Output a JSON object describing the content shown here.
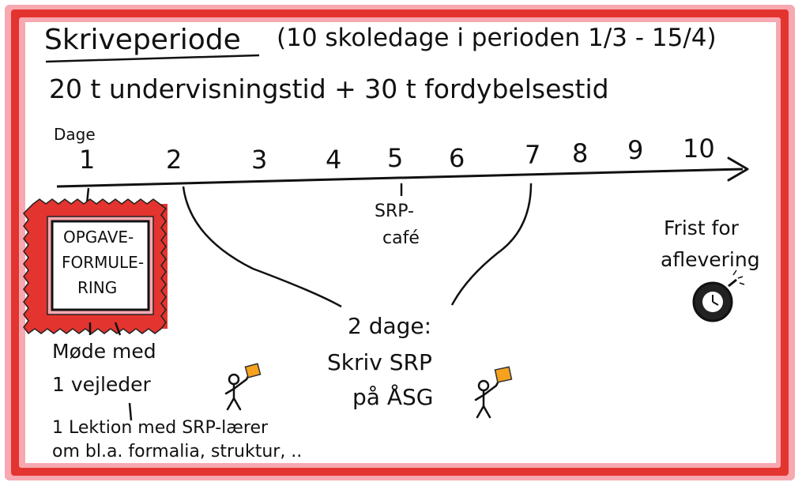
{
  "title": {
    "main": "Skriveperiode",
    "sub": "(10 skoledage i perioden 1/3 - 15/4)"
  },
  "hours_line": "20 t undervisningstid + 30 t fordybelsestid",
  "timeline": {
    "label": "Dage",
    "days": [
      "1",
      "2",
      "3",
      "4",
      "5",
      "6",
      "7",
      "8",
      "9",
      "10"
    ]
  },
  "opgave_box": {
    "lines": [
      "OPGAVE-",
      "FORMULE-",
      "RING"
    ]
  },
  "mode_note": {
    "lines": [
      "Møde med",
      "1 vejleder"
    ]
  },
  "lektion_note": {
    "lines": [
      "1 Lektion med SRP-lærer",
      "om bl.a. formalia, struktur, .."
    ]
  },
  "srp_cafe": {
    "lines": [
      "SRP-",
      "café"
    ]
  },
  "two_days": {
    "lines": [
      "2 dage:",
      "Skriv SRP",
      "på ÅSG"
    ]
  },
  "deadline": {
    "lines": [
      "Frist for",
      "aflevering"
    ]
  },
  "colors": {
    "frame_red": "#e3342f",
    "frame_pink": "#f7a8b0",
    "ink": "#111111",
    "flag_orange": "#f6a21e"
  }
}
